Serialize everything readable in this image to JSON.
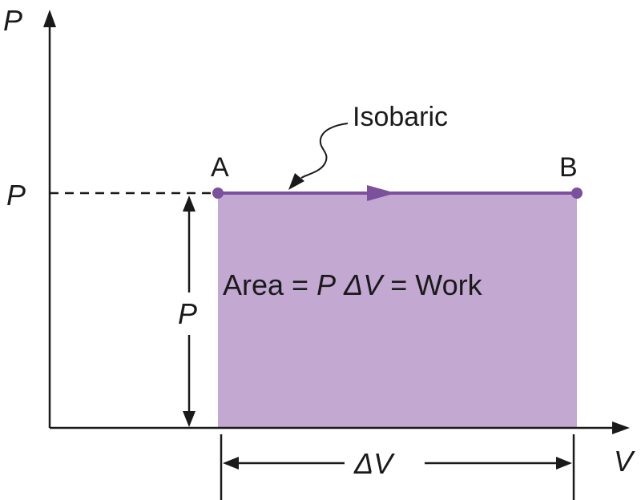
{
  "axes": {
    "y_label": "P",
    "x_label": "V"
  },
  "points": {
    "a": "A",
    "b": "B"
  },
  "labels": {
    "isobaric": "Isobaric",
    "pressure_tick": "P",
    "pressure_height": "P",
    "delta_v": "ΔV"
  },
  "area_equation": {
    "prefix": "Area = ",
    "p": "P",
    "delta_v": "ΔV",
    "suffix": " = Work"
  },
  "colors": {
    "region_fill": "#c3a8d2",
    "process_line": "#7b519d",
    "axis": "#1a1a1a"
  }
}
